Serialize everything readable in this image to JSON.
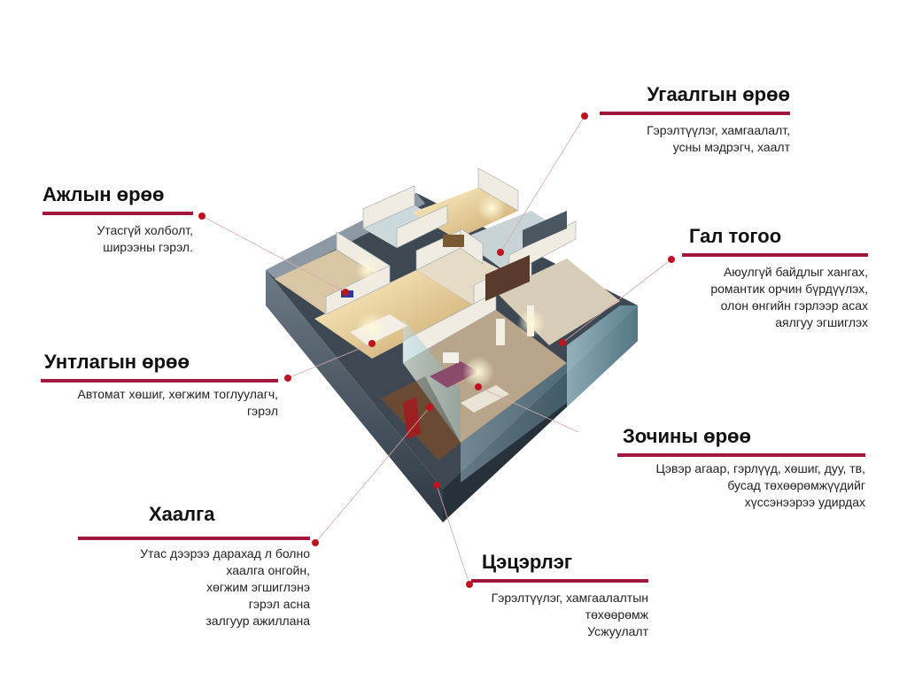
{
  "colors": {
    "accent": "#a3173d",
    "dot": "#c0121f",
    "leader": "#d9a7ad",
    "text": "#1a1a1a"
  },
  "rooms": {
    "bathroom": {
      "title": "Угаалгын өрөө",
      "desc": [
        "Гэрэлтүүлэг, хамгаалалт,",
        "усны мэдрэгч, хаалт"
      ]
    },
    "office": {
      "title": "Ажлын өрөө",
      "desc": [
        "Утасгүй холболт,",
        "ширээны гэрэл."
      ]
    },
    "kitchen": {
      "title": "Гал тогоо",
      "desc": [
        "Аюулгүй байдлыг хангах,",
        "романтик орчин бүрдүүлэх,",
        "олон өнгийн гэрлээр асах",
        "аялгуу эгшиглэх"
      ]
    },
    "bedroom": {
      "title": "Унтлагын өрөө",
      "desc": [
        "Автомат хөшиг, хөгжим тоглуулагч,",
        "гэрэл"
      ]
    },
    "living": {
      "title": "Зочины өрөө",
      "desc": [
        "Цэвэр агаар, гэрлүүд, хөшиг, дуу, тв,",
        "бусад төхөөрөмжүүдийг",
        "хүссэнээрээ удирдах"
      ]
    },
    "door": {
      "title": "Хаалга",
      "desc": [
        "Утас дээрээ дарахад л болно",
        "хаалга онгойн,",
        "хөгжим эгшиглэнэ",
        "гэрэл асна",
        "залгуур ажиллана"
      ]
    },
    "garden": {
      "title": "Цэцэрлэг",
      "desc": [
        "Гэрэлтүүлэг, хамгаалалтын",
        "төхөөрөмж",
        "Усжуулалт"
      ]
    }
  }
}
